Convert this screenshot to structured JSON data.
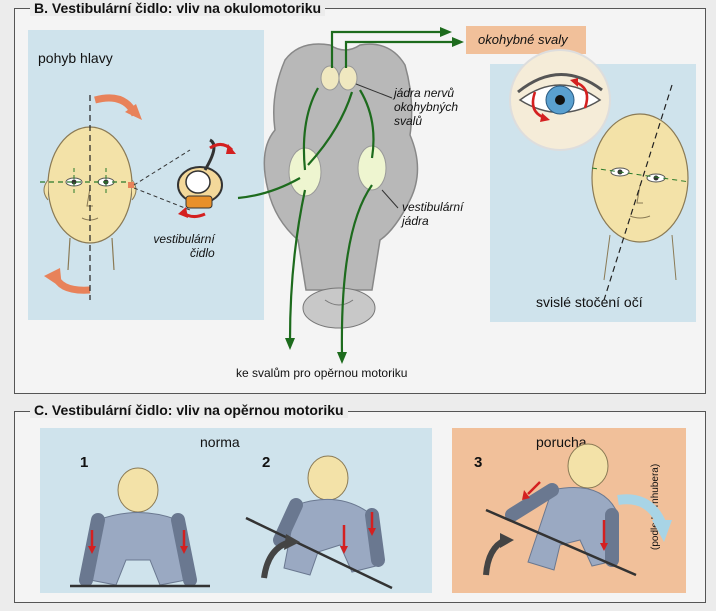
{
  "section_b": {
    "title": "B. Vestibulární čidlo: vliv na okulomotoriku",
    "head_motion": "pohyb hlavy",
    "vestibular_organ": [
      "vestibulární",
      "čidlo"
    ],
    "oculomotor_muscles": "okohybné svaly",
    "nuclei_nerves": [
      "jádra nervů",
      "okohybných",
      "svalů"
    ],
    "vestibular_nuclei": [
      "vestibulární",
      "jádra"
    ],
    "to_postural": "ke svalům pro opěrnou motoriku",
    "vertical_rotation": "svislé stočení očí"
  },
  "section_c": {
    "title": "C. Vestibulární čidlo: vliv na opěrnou motoriku",
    "norm": "norma",
    "disorder": "porucha",
    "panel_numbers": [
      "1",
      "2",
      "3"
    ],
    "credit": "(podle Kornhubera)"
  },
  "colors": {
    "panel_blue": "#cfe3ec",
    "panel_orange": "#f1c09a",
    "pathway_green": "#1d6b1d",
    "arrow_red": "#d42020",
    "arrow_orange": "#e8825a",
    "brainstem_gray": "#b8b8b8",
    "skin": "#f3e2a8",
    "figure_blue": "#9aa9c2"
  }
}
